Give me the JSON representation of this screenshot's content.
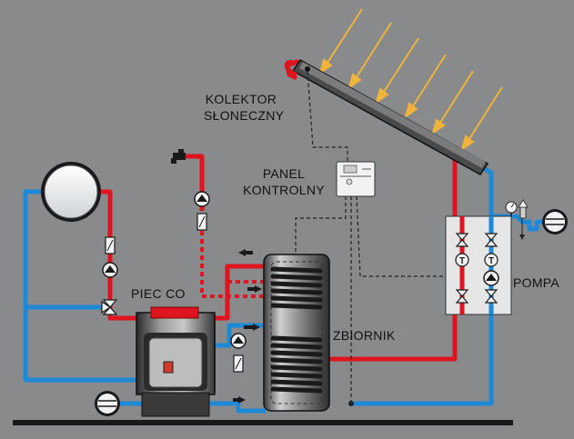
{
  "labels": {
    "collector_line1": "KOLEKTOR",
    "collector_line2": "SŁONECZNY",
    "panel_line1": "PANEL",
    "panel_line2": "KONTROLNY",
    "boiler": "PIEC CO",
    "tank": "ZBIORNIK",
    "pump": "POMPA"
  },
  "colors": {
    "background": "#888a8c",
    "hot_pipe": "#e0141e",
    "cold_pipe": "#1e8ad6",
    "sun_rays": "#f0b43c",
    "signal_wire": "#222222"
  },
  "icons": {
    "tap": "tap-icon",
    "expansion_vessel": "expansion-vessel-icon",
    "circulation_pump": "circulation-pump-icon",
    "thermometer": "thermometer-icon",
    "valve": "valve-icon",
    "three_way_valve": "three-way-valve-icon",
    "flow_meter": "flow-meter-icon",
    "safety_valve": "safety-valve-icon",
    "pressure_gauge": "pressure-gauge-icon"
  },
  "pump_station_badges": [
    "T",
    "T"
  ]
}
